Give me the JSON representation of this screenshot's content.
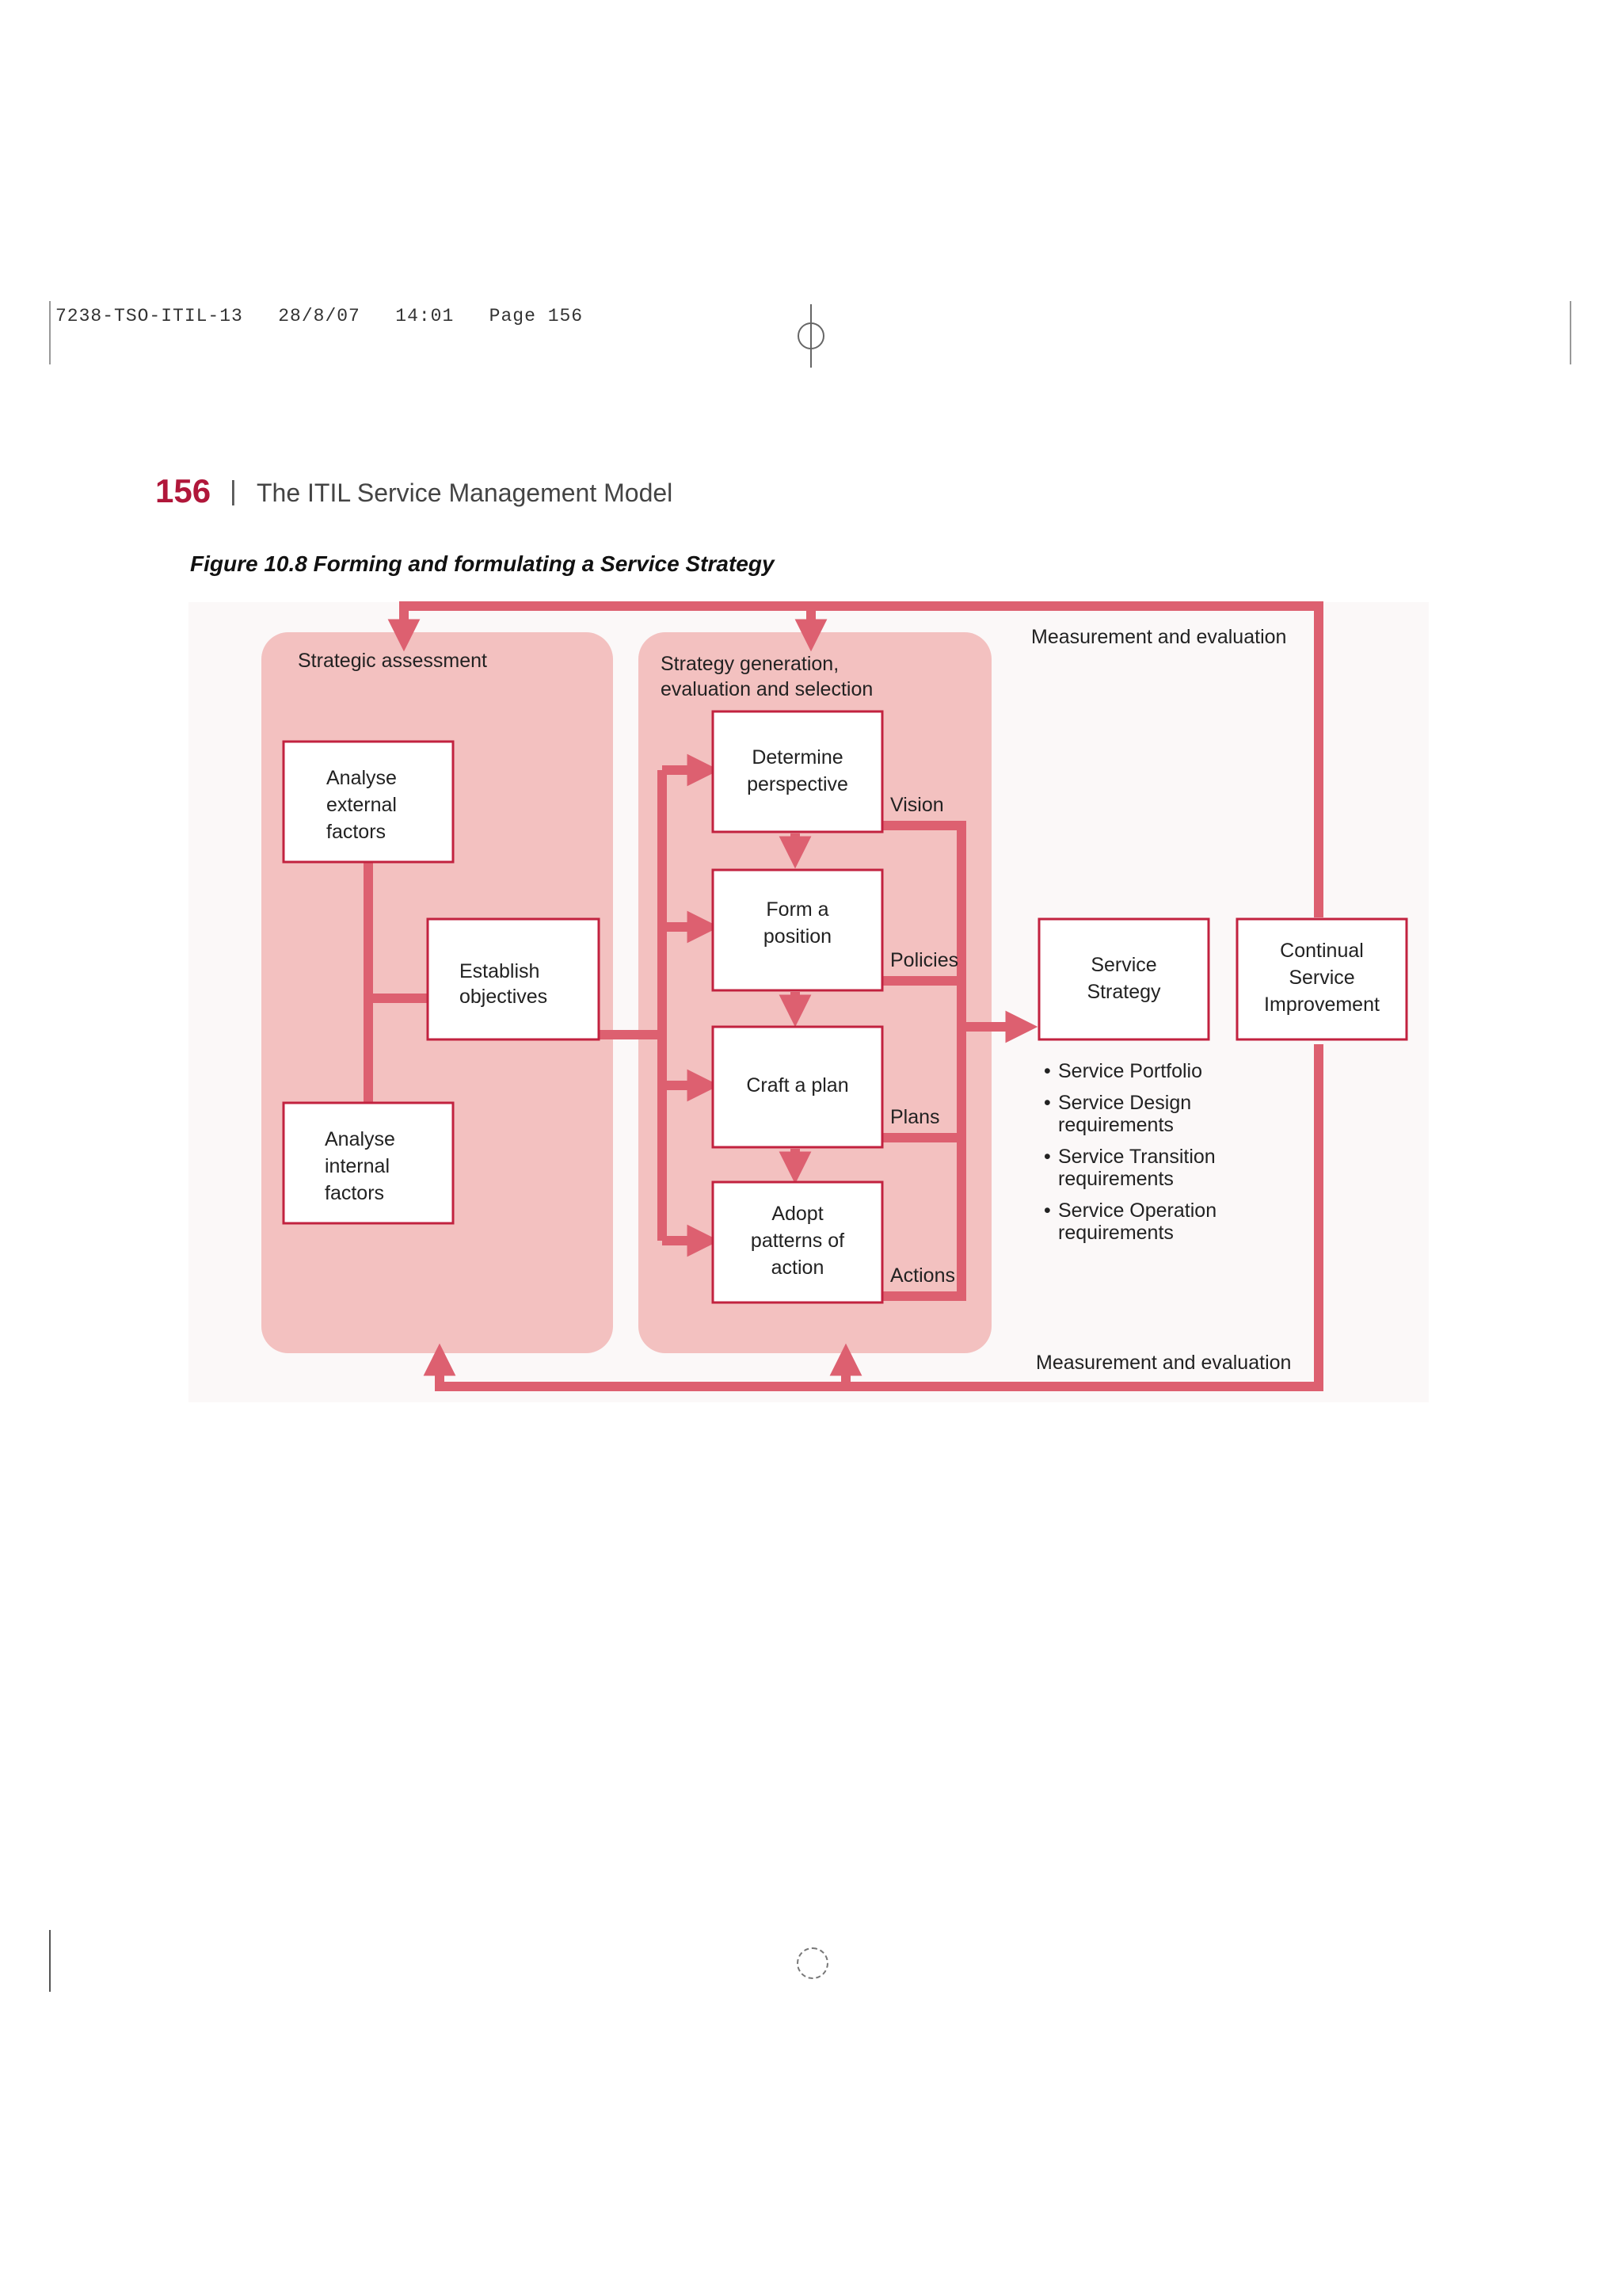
{
  "header": {
    "slug": "7238-TSO-ITIL-13   28/8/07   14:01   Page 156"
  },
  "running_head": {
    "page_number": "156",
    "separator": "|",
    "title": "The ITIL Service Management Model"
  },
  "figure": {
    "caption": "Figure 10.8 Forming and formulating a Service Strategy",
    "colors": {
      "panel": "#f3c1c0",
      "arrow": "#dd6070",
      "box_border": "#c2223f",
      "background": "#fbf8f8"
    },
    "strategic_assessment": {
      "label": "Strategic assessment",
      "external": [
        "Analyse",
        "external",
        "factors"
      ],
      "objectives": [
        "Establish",
        "objectives"
      ],
      "internal": [
        "Analyse",
        "internal",
        "factors"
      ]
    },
    "strategy_generation": {
      "label": [
        "Strategy generation,",
        "evaluation and selection"
      ],
      "steps": [
        {
          "lines": [
            "Determine",
            "perspective"
          ],
          "output": "Vision"
        },
        {
          "lines": [
            "Form a",
            "position"
          ],
          "output": "Policies"
        },
        {
          "lines": [
            "Craft a plan"
          ],
          "output": "Plans"
        },
        {
          "lines": [
            "Adopt",
            "patterns of",
            "action"
          ],
          "output": "Actions"
        }
      ]
    },
    "service_strategy": [
      "Service",
      "Strategy"
    ],
    "csi": [
      "Continual",
      "Service",
      "Improvement"
    ],
    "outputs": [
      [
        "Service Portfolio"
      ],
      [
        "Service Design",
        "requirements"
      ],
      [
        "Service Transition",
        "requirements"
      ],
      [
        "Service Operation",
        "requirements"
      ]
    ],
    "measurement_top": "Measurement and evaluation",
    "measurement_bottom": "Measurement and evaluation"
  }
}
